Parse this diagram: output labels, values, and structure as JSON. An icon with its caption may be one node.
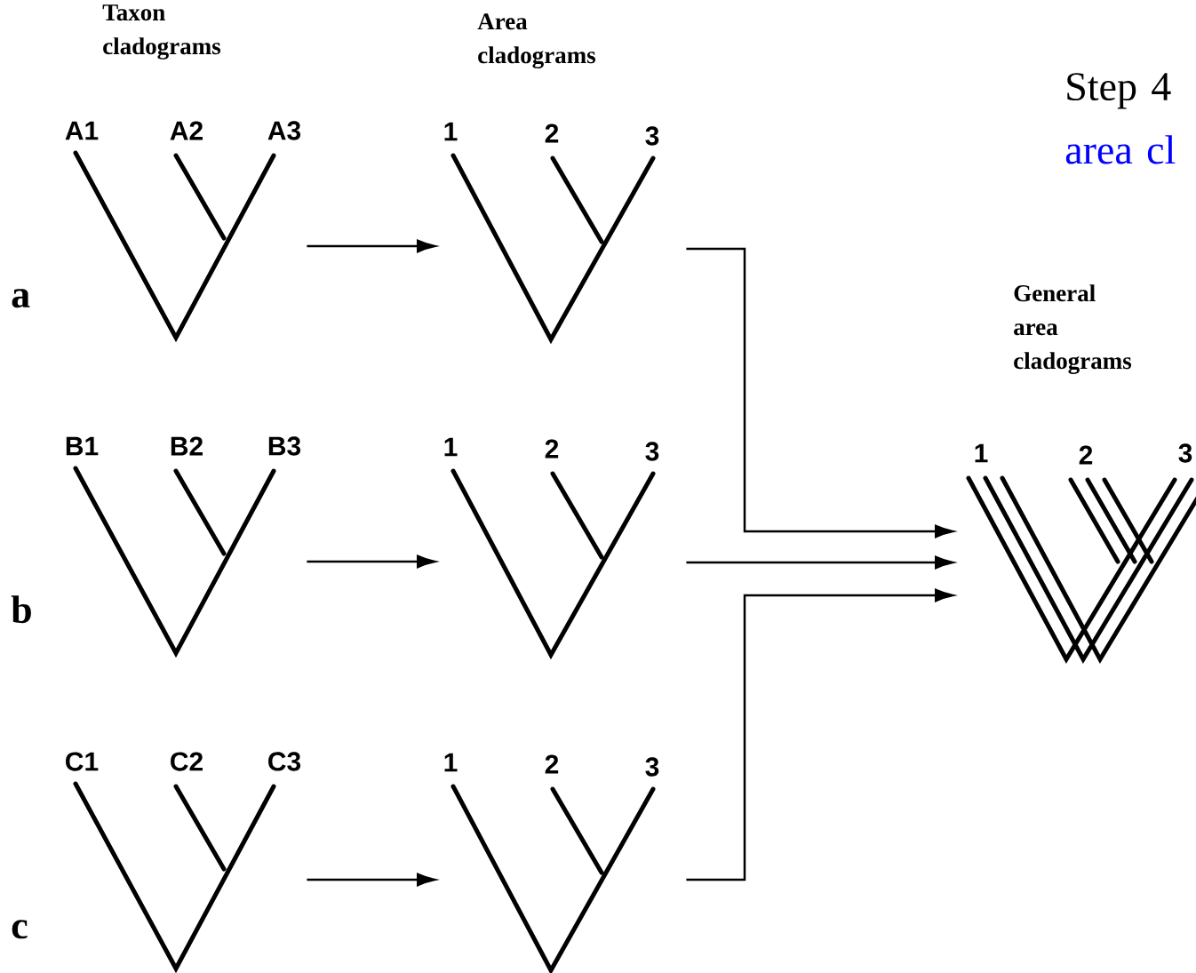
{
  "diagram": {
    "nodes": [
      {
        "text": [
          "A1",
          "A2",
          "A3"
        ],
        "beside": [
          "Taxon cladograms"
        ]
      },
      {
        "text": [
          "B1",
          "B2",
          "B3"
        ]
      },
      {
        "text": [
          "C1",
          "C2",
          "C3"
        ]
      },
      {
        "text": [
          "1",
          "2",
          "3"
        ],
        "beside": [
          "Area cladograms"
        ]
      },
      {
        "text": [
          "1",
          "2",
          "3"
        ]
      },
      {
        "text": [
          "1",
          "2",
          "3"
        ]
      },
      {
        "text": [
          "1",
          "2",
          "3"
        ],
        "beside": [
          "General area cladograms"
        ]
      }
    ],
    "edges": [
      {
        "from": 0,
        "to": 3,
        "arrow": "to"
      },
      {
        "from": 1,
        "to": 4,
        "arrow": "to"
      },
      {
        "from": 2,
        "to": 5,
        "arrow": "to"
      },
      {
        "from": 3,
        "to": 6,
        "arrow": "to"
      },
      {
        "from": 4,
        "to": 6,
        "arrow": "to"
      },
      {
        "from": 5,
        "to": 6,
        "arrow": "to"
      }
    ],
    "labels": [
      "Step 4",
      "area cl",
      "a",
      "b",
      "c"
    ]
  }
}
